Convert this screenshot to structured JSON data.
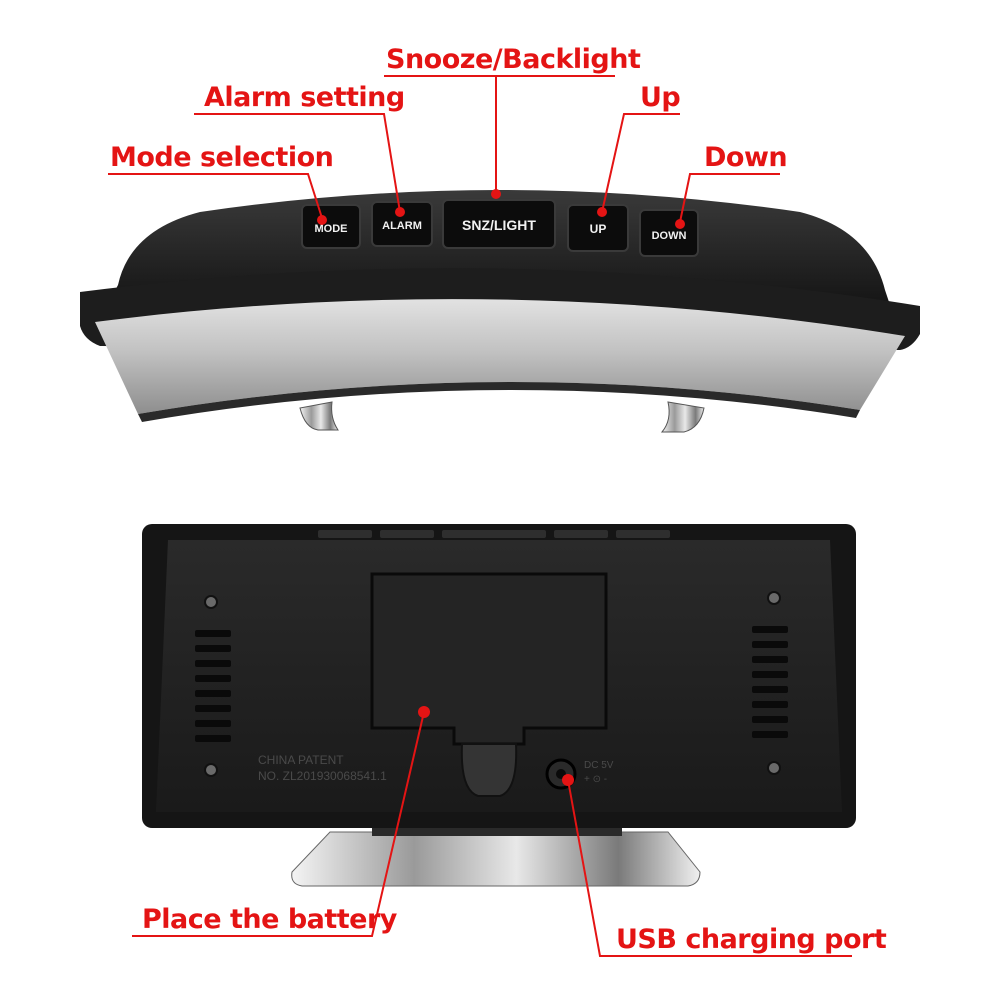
{
  "callouts": {
    "snooze_backlight": "Snooze/Backlight",
    "alarm_setting": "Alarm setting",
    "up": "Up",
    "mode_selection": "Mode selection",
    "down": "Down",
    "place_battery": "Place the battery",
    "usb_port": "USB charging port"
  },
  "buttons": {
    "mode": "MODE",
    "alarm": "ALARM",
    "snz_light": "SNZ/LIGHT",
    "up": "UP",
    "down": "DOWN"
  },
  "back_panel": {
    "patent_line1": "CHINA PATENT",
    "patent_line2": "NO. ZL201930068541.1",
    "dc_label_1": "DC 5V",
    "dc_label_2": "+ ⊙ -"
  },
  "colors": {
    "callout": "#e41414",
    "body": "#1c1c1c",
    "screen": "#bcbcbc"
  }
}
